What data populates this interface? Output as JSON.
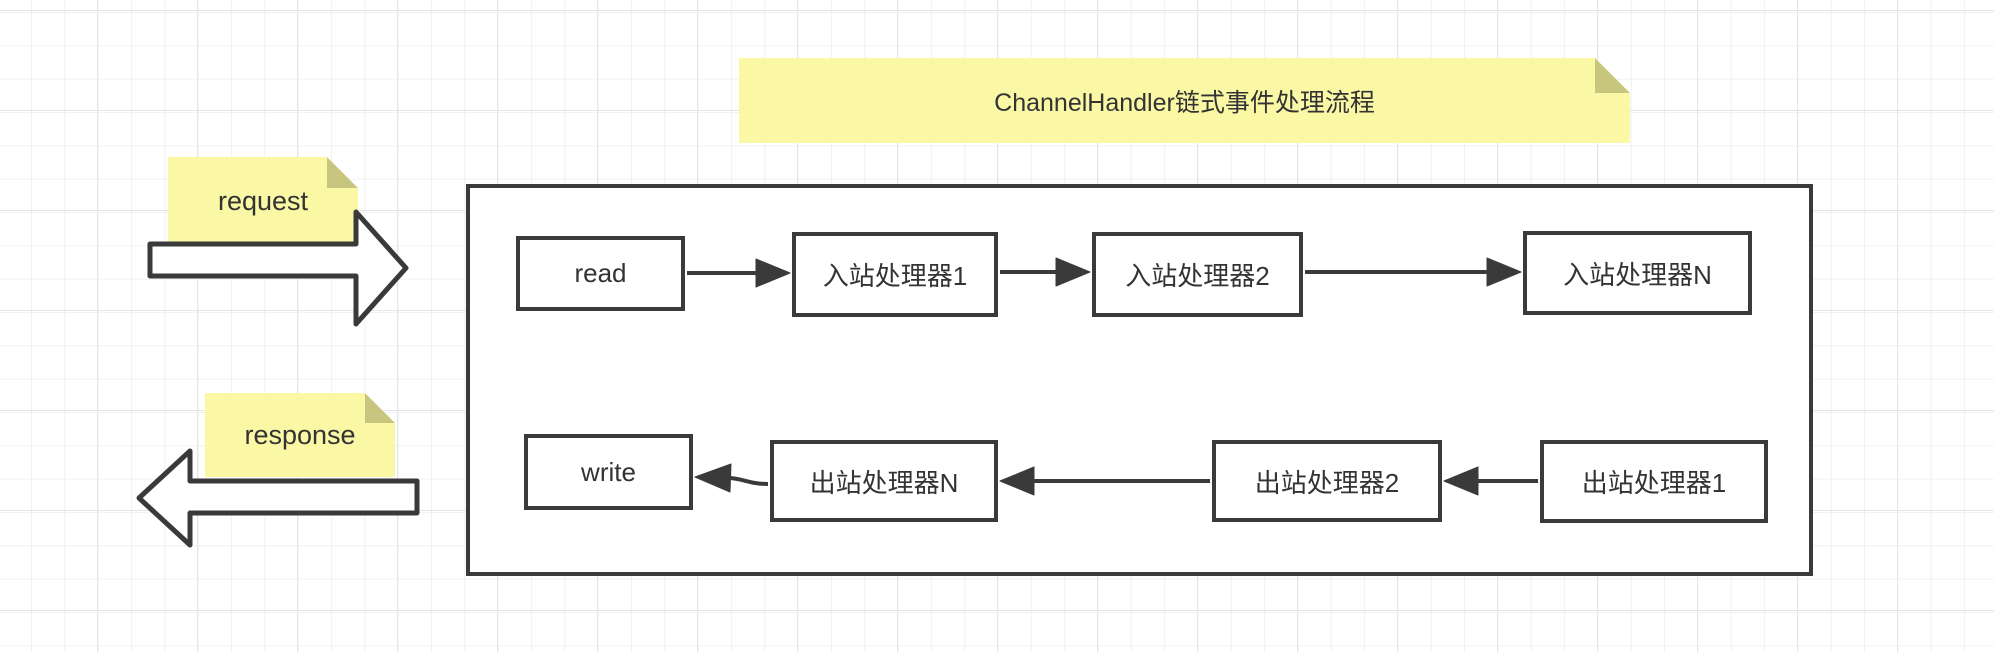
{
  "title_note": {
    "label": "ChannelHandler链式事件处理流程"
  },
  "request_note": {
    "label": "request"
  },
  "response_note": {
    "label": "response"
  },
  "flow": {
    "inbound": [
      {
        "label": "read"
      },
      {
        "label": "入站处理器1"
      },
      {
        "label": "入站处理器2"
      },
      {
        "label": "入站处理器N"
      }
    ],
    "outbound": [
      {
        "label": "write"
      },
      {
        "label": "出站处理器N"
      },
      {
        "label": "出站处理器2"
      },
      {
        "label": "出站处理器1"
      }
    ]
  },
  "colors": {
    "note_fill": "#faf8a5",
    "note_fold": "#c8c67e",
    "stroke": "#3a3a3a",
    "text": "#333333",
    "box_fill": "#ffffff",
    "grid_minor": "#f1f1f1",
    "grid_major": "#e6e6e6",
    "background": "#ffffff"
  }
}
